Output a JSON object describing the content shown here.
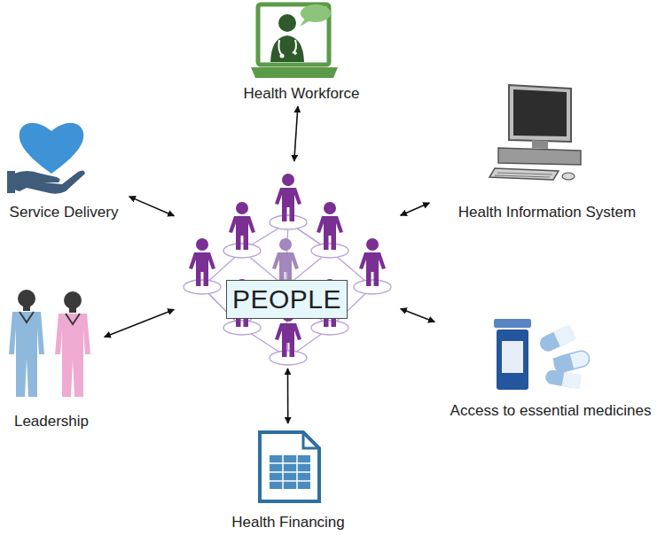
{
  "diagram": {
    "nodes": [
      {
        "text": [
          "Health Workforce"
        ]
      },
      {
        "text": [
          "Service Delivery"
        ]
      },
      {
        "text": [
          "Health Information System"
        ]
      },
      {
        "text": [
          "PEOPLE"
        ]
      },
      {
        "text": [
          "Leadership"
        ]
      },
      {
        "text": [
          "Access to essential medicines"
        ]
      },
      {
        "text": [
          "Health Financing"
        ]
      }
    ],
    "edges": [
      {
        "from": 3,
        "to": 0,
        "arrow": "both"
      },
      {
        "from": 3,
        "to": 1,
        "arrow": "both"
      },
      {
        "from": 3,
        "to": 2,
        "arrow": "both"
      },
      {
        "from": 3,
        "to": 4,
        "arrow": "both"
      },
      {
        "from": 3,
        "to": 5,
        "arrow": "both"
      },
      {
        "from": 3,
        "to": 6,
        "arrow": "both"
      }
    ]
  }
}
